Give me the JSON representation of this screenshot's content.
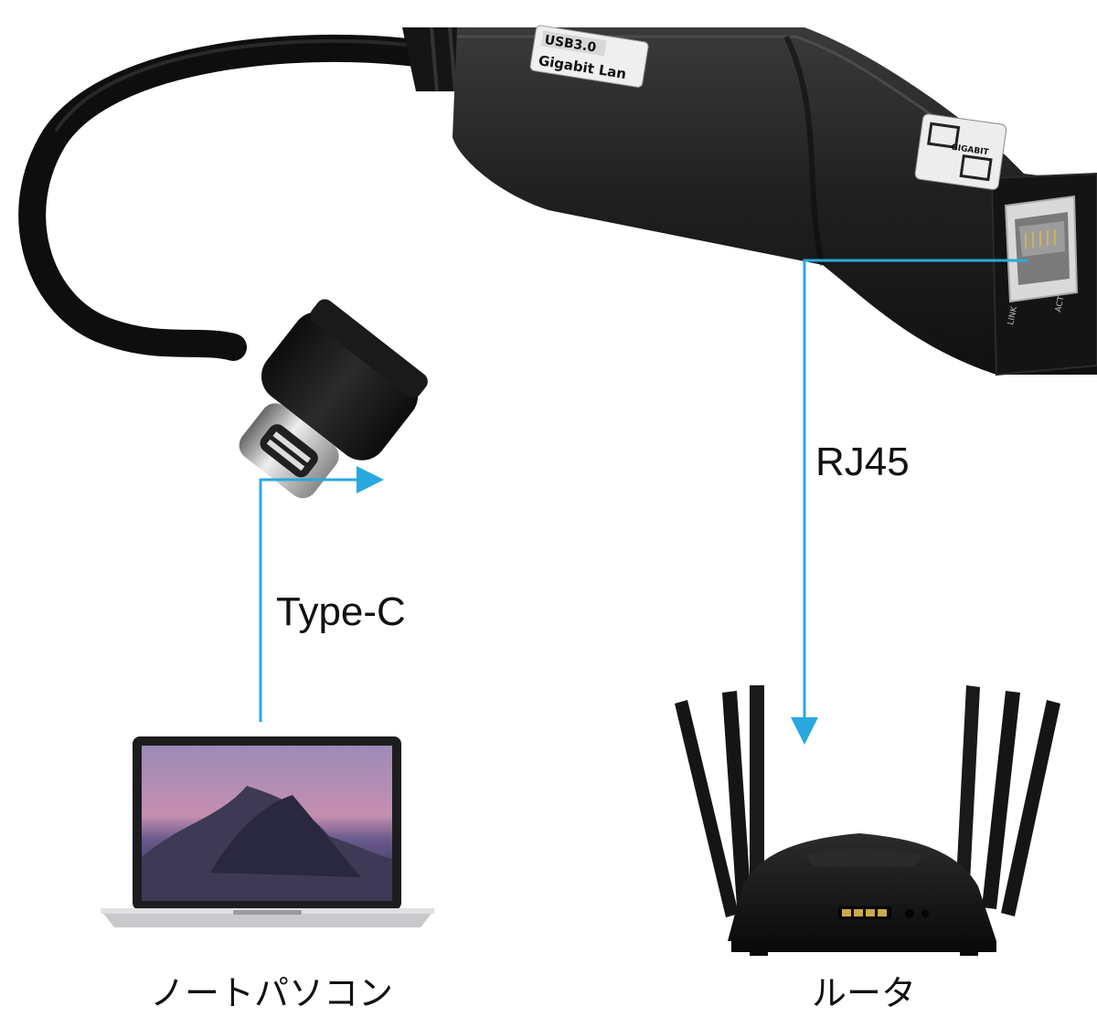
{
  "adapter": {
    "badge_line1": "USB3.0",
    "badge_line2": "Gigabit Lan",
    "logo_text": "GIGABIT",
    "led_link": "LINK",
    "led_act": "ACT"
  },
  "labels": {
    "type_c": "Type-C",
    "rj45": "RJ45",
    "laptop": "ノートパソコン",
    "router": "ルータ"
  },
  "colors": {
    "arrow": "#29a8e0",
    "adapter_body": "#1e1e1e",
    "background": "#ffffff"
  },
  "icons": {
    "connector": "usb-c-plug",
    "port": "ethernet-port",
    "laptop": "laptop",
    "router": "wifi-router"
  }
}
